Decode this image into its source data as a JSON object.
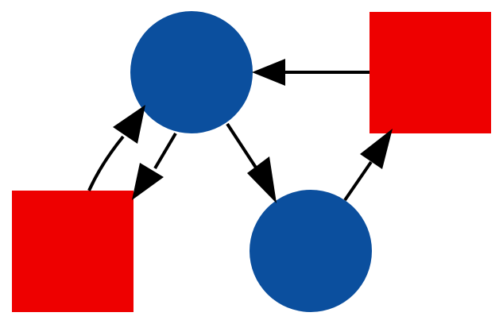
{
  "diagram": {
    "background": "#ffffff",
    "colors": {
      "circle": "#0b4f9e",
      "square": "#ee0000",
      "edge": "#000000"
    },
    "nodes": [
      {
        "id": "circle-top",
        "shape": "circle"
      },
      {
        "id": "circle-bottom",
        "shape": "circle"
      },
      {
        "id": "square-top-right",
        "shape": "square"
      },
      {
        "id": "square-bottom-left",
        "shape": "square"
      }
    ],
    "edges": [
      {
        "id": "square-top-right-to-circle-top",
        "from": "square-top-right",
        "to": "circle-top"
      },
      {
        "id": "circle-top-to-circle-bottom",
        "from": "circle-top",
        "to": "circle-bottom"
      },
      {
        "id": "circle-bottom-to-square-top-right",
        "from": "circle-bottom",
        "to": "square-top-right"
      },
      {
        "id": "circle-top-to-square-bottom-left",
        "from": "circle-top",
        "to": "square-bottom-left"
      },
      {
        "id": "square-bottom-left-to-circle-top",
        "from": "square-bottom-left",
        "to": "circle-top"
      }
    ]
  }
}
